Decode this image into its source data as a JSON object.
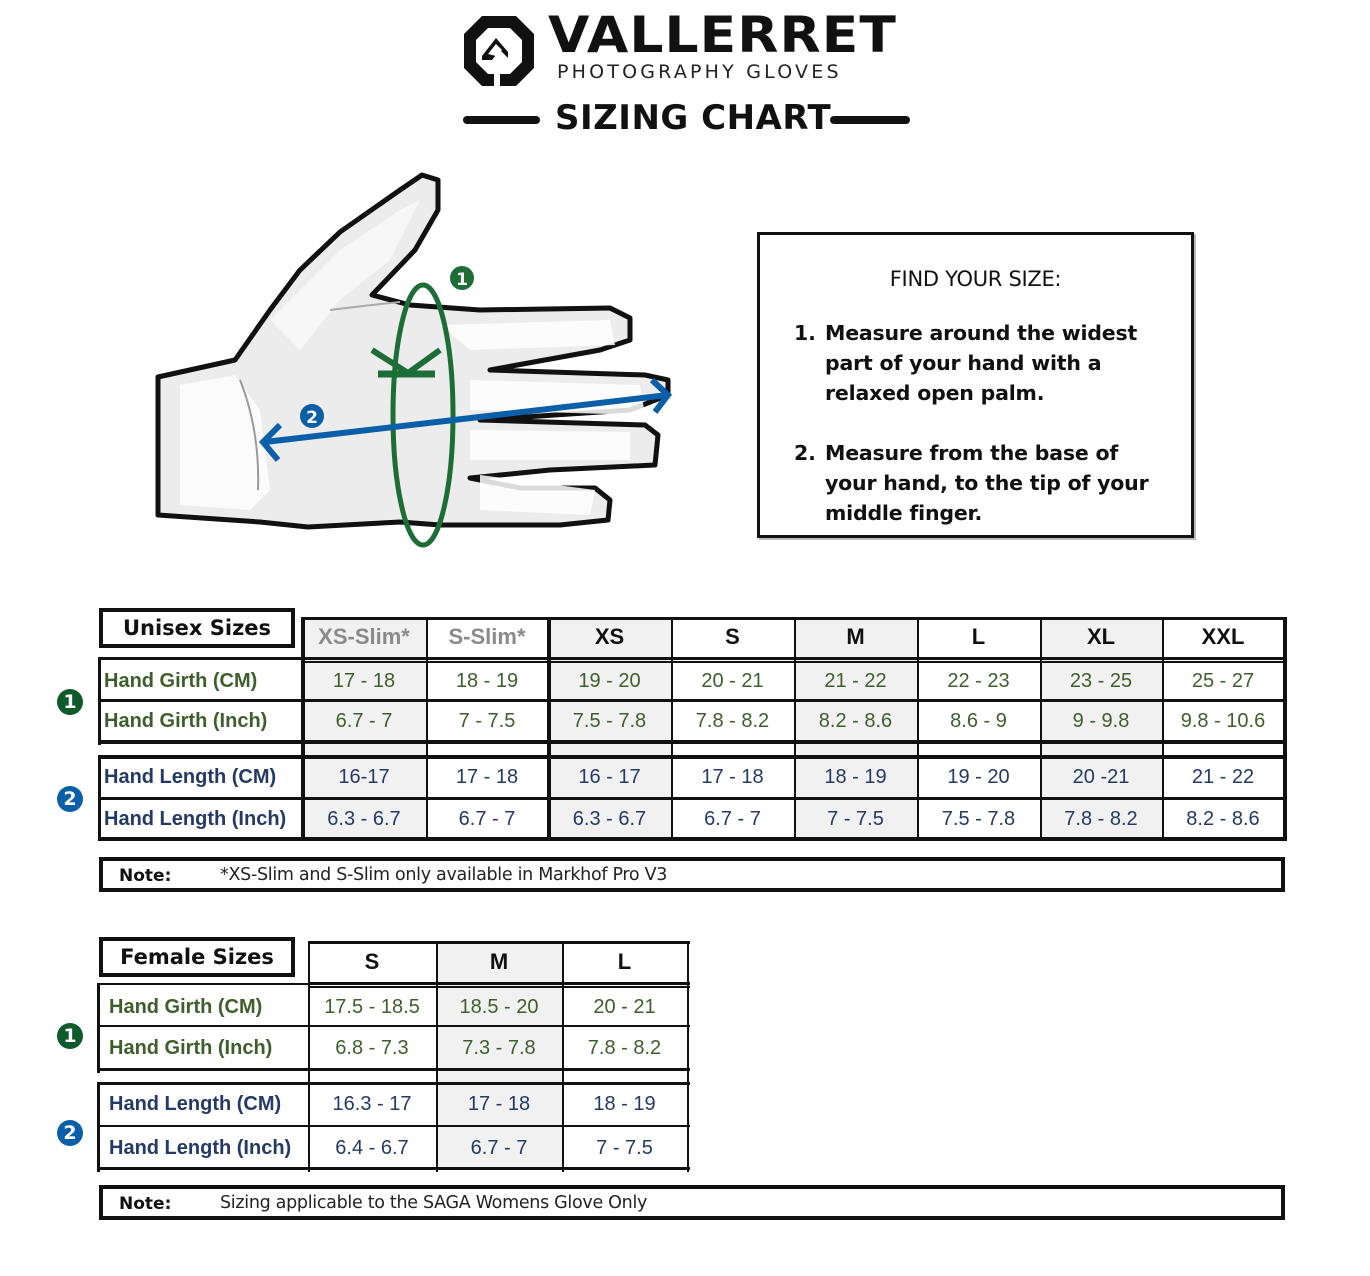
{
  "brand": {
    "name": "VALLERRET",
    "subtitle": "PHOTOGRAPHY GLOVES",
    "logo_icon": "vallerret-octagon-logo-icon"
  },
  "title": "SIZING CHART",
  "diagram": {
    "girth_marker": "1",
    "length_marker": "2",
    "colors": {
      "girth": "#1d6e36",
      "length": "#0b5ea8",
      "glove_fill": "#e8e8e8"
    }
  },
  "instructions": {
    "title": "FIND YOUR SIZE:",
    "steps": [
      {
        "num": "1.",
        "text": "Measure around the widest part of your hand with a relaxed open palm."
      },
      {
        "num": "2.",
        "text": "Measure from the base of your hand, to the tip of your middle finger."
      }
    ]
  },
  "unisex": {
    "label": "Unisex Sizes",
    "sizes": [
      "XS-Slim*",
      "S-Slim*",
      "XS",
      "S",
      "M",
      "L",
      "XL",
      "XXL"
    ],
    "rows": [
      {
        "label": "Hand Girth (CM)",
        "group": "1",
        "values": [
          "17 - 18",
          "18 - 19",
          "19 - 20",
          "20 - 21",
          "21 - 22",
          "22 - 23",
          "23 - 25",
          "25 - 27"
        ]
      },
      {
        "label": "Hand Girth (Inch)",
        "group": "1",
        "values": [
          "6.7 - 7",
          "7 - 7.5",
          "7.5 - 7.8",
          "7.8 - 8.2",
          "8.2 - 8.6",
          "8.6 - 9",
          "9 - 9.8",
          "9.8 - 10.6"
        ]
      },
      {
        "label": "Hand Length (CM)",
        "group": "2",
        "values": [
          "16-17",
          "17 - 18",
          "16 - 17",
          "17 - 18",
          "18 - 19",
          "19 - 20",
          "20 -21",
          "21 - 22"
        ]
      },
      {
        "label": "Hand Length (Inch)",
        "group": "2",
        "values": [
          "6.3 - 6.7",
          "6.7 - 7",
          "6.3 - 6.7",
          "6.7 - 7",
          "7 - 7.5",
          "7.5 - 7.8",
          "7.8 - 8.2",
          "8.2 - 8.6"
        ]
      }
    ],
    "badges": [
      "1",
      "2"
    ],
    "note_label": "Note:",
    "note_text": "*XS-Slim and S-Slim only available in Markhof Pro V3"
  },
  "female": {
    "label": "Female Sizes",
    "sizes": [
      "S",
      "M",
      "L"
    ],
    "rows": [
      {
        "label": "Hand Girth (CM)",
        "group": "1",
        "values": [
          "17.5 - 18.5",
          "18.5 - 20",
          "20 - 21"
        ]
      },
      {
        "label": "Hand Girth (Inch)",
        "group": "1",
        "values": [
          "6.8 - 7.3",
          "7.3 - 7.8",
          "7.8 - 8.2"
        ]
      },
      {
        "label": "Hand Length (CM)",
        "group": "2",
        "values": [
          "16.3 - 17",
          "17 - 18",
          "18 - 19"
        ]
      },
      {
        "label": "Hand Length (Inch)",
        "group": "2",
        "values": [
          "6.4 - 6.7",
          "6.7 - 7",
          "7 - 7.5"
        ]
      }
    ],
    "badges": [
      "1",
      "2"
    ],
    "note_label": "Note:",
    "note_text": "Sizing applicable to the SAGA Womens Glove Only"
  },
  "colors": {
    "girth_text": "#3e5f2b",
    "length_text": "#243a66",
    "badge_green": "#0e5a2a",
    "badge_blue": "#0b5ea8",
    "shaded_column": "#f1f1f1",
    "border": "#111111"
  }
}
